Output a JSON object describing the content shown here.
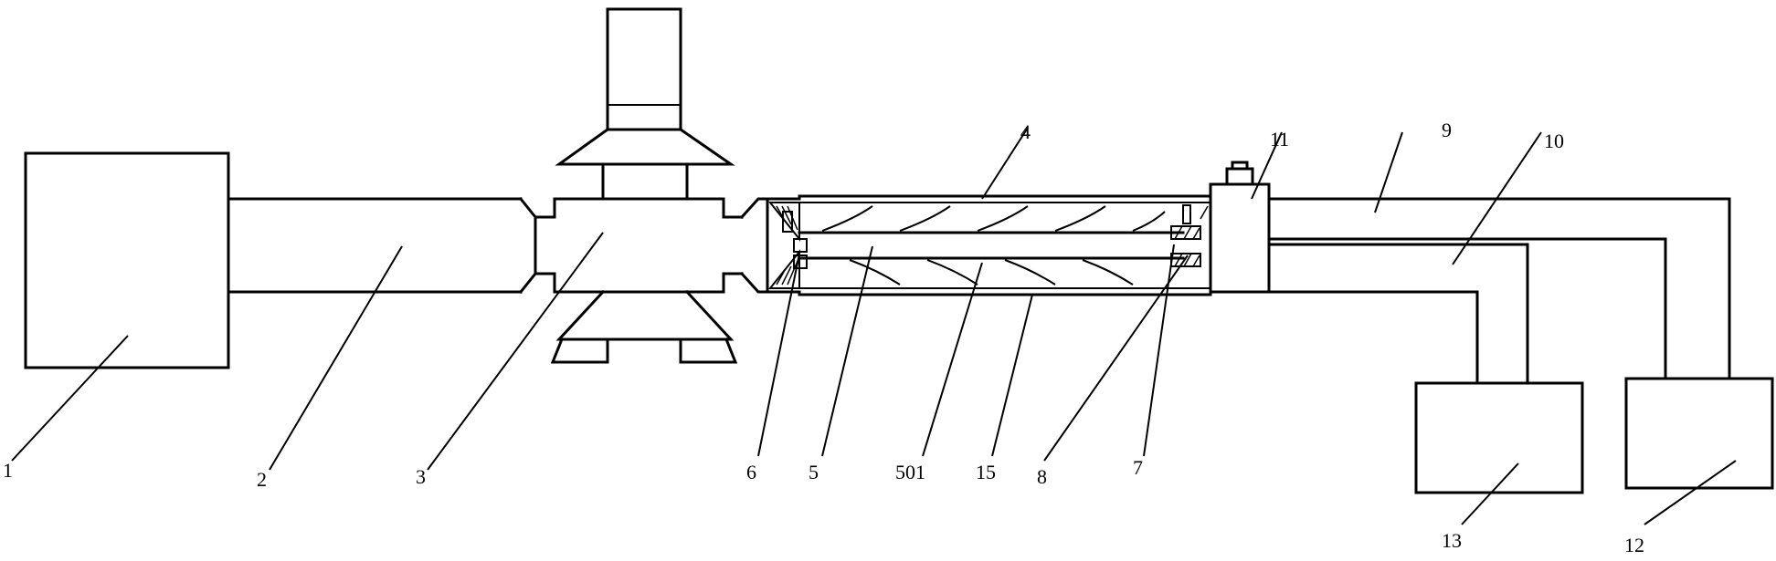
{
  "labels": {
    "l1": "1",
    "l2": "2",
    "l3": "3",
    "l4": "4",
    "l5": "5",
    "l501": "501",
    "l6": "6",
    "l7": "7",
    "l8": "8",
    "l9": "9",
    "l10": "10",
    "l11": "11",
    "l12": "12",
    "l13": "13",
    "l15": "15"
  }
}
